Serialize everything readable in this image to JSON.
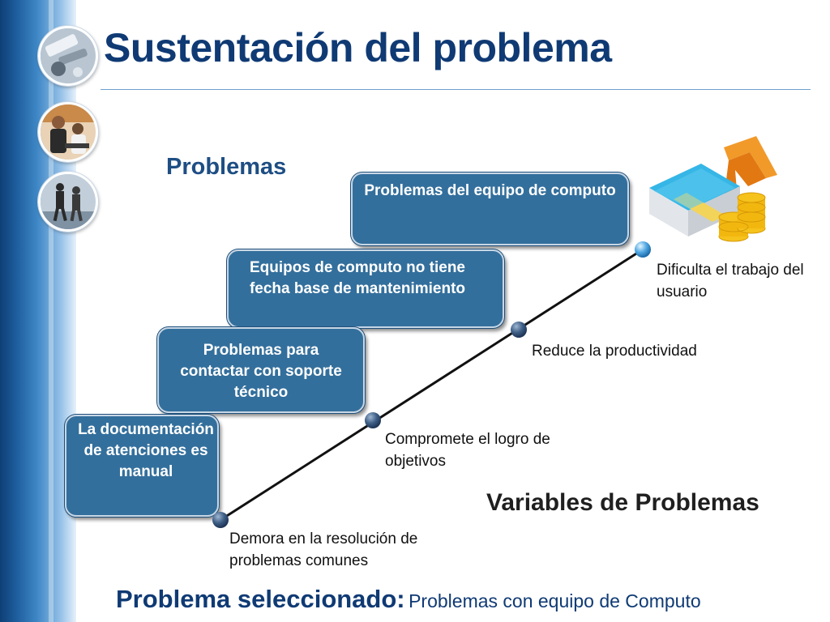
{
  "slide": {
    "title": "Sustentación del problema",
    "section_label": "Problemas"
  },
  "sidebar": {
    "photos": [
      {
        "icon": "office-supplies-photo-icon"
      },
      {
        "icon": "business-meeting-photo-icon"
      },
      {
        "icon": "walking-people-photo-icon"
      }
    ]
  },
  "problems": [
    {
      "text": "Problemas del equipo de computo"
    },
    {
      "text": "Equipos de computo no tiene fecha base de mantenimiento"
    },
    {
      "text": "Problemas para contactar  con soporte técnico"
    },
    {
      "text": "La documentación de atenciones es manual"
    }
  ],
  "variables": {
    "title": "Variables de Problemas",
    "steps": [
      {
        "text": "Demora en la resolución de problemas comunes"
      },
      {
        "text": "Compromete el logro de objetivos"
      },
      {
        "text": "Reduce la productividad"
      },
      {
        "text": "Dificulta el trabajo del usuario"
      }
    ]
  },
  "selected_problem": {
    "label": "Problema seleccionado:",
    "value": "Problemas con equipo de Computo"
  },
  "decoration": {
    "money_icon": "money-bills-coins-arrow-icon"
  },
  "colors": {
    "title": "#0f3a74",
    "box_fill": "#336f9c",
    "box_border": "#c8d7e6",
    "sidebar_dark": "#0e3f76",
    "sidebar_light": "#8fbde6"
  }
}
